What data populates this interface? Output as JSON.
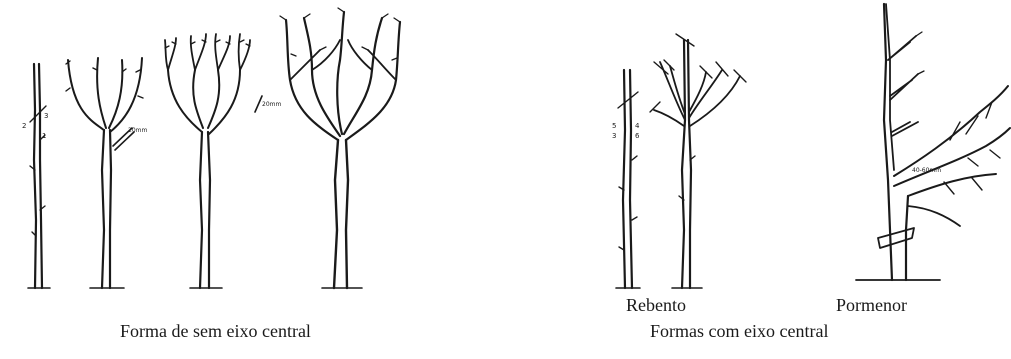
{
  "captions": {
    "left": "Forma de sem eixo central",
    "right": "Formas com eixo central"
  },
  "sublabels": {
    "rebento": "Rebento",
    "pormenor": "Pormenor"
  },
  "annotations": {
    "numbers_left": [
      "2",
      "3",
      "1"
    ],
    "numbers_right": [
      "5",
      "3",
      "4",
      "6"
    ],
    "measure_small": "20mm",
    "measure_large": "40-60mm"
  },
  "colors": {
    "ink": "#1a1a1a",
    "background": "#ffffff"
  }
}
